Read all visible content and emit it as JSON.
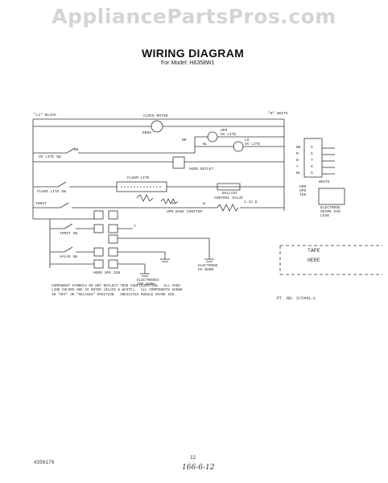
{
  "watermark": "AppliancePartsPros.com",
  "title": "WIRING DIAGRAM",
  "model_line": "For Model: H6358W1",
  "labels": {
    "l1": "\"L1\" BLACK",
    "n": "\"N\" WHITE",
    "clock_motor": "CLOCK  MOTOR",
    "clock_code": "KB08",
    "upr_ov_lite": "UPR\nOV LITE",
    "lo_ov_lite": "LO\nOV LITE",
    "ov_lite_sw": "OV LITE SW",
    "hood_outlet": "HOOD OUTLET",
    "fluor_lite": "FLUOR LITE",
    "fluor_lite_sw": "FLUOR LITE SW",
    "ballast": "BALLAST",
    "control_valve": "CONTROL VALVE",
    "resist": "1.22 Ω",
    "thmst": "THMST",
    "upr_bake_igniter": "UPR BAKE IGNITER",
    "thmst_sw": "THMST SW",
    "valve_sw": "VALVE SW",
    "hood_spk_ign": "HOOD SPK IGN",
    "electrode_ov_burn": "ELECTRODE\nOV BURN",
    "electrodes_top_burn": "ELECTRODES\nTOP BURN",
    "electrode_spark_ign": "ELECTRODE\nSPARK IGN\nLEAD",
    "hood_spk_ign_side": "HOO\nSPK\nIGN",
    "white": "WHITE",
    "wire_br": "BR",
    "wire_bk": "BK",
    "wire_bl": "BL",
    "wire_r": "R",
    "wire_w": "W",
    "wire_y": "Y",
    "conn_pins": [
      "5",
      "6",
      "7",
      "8",
      "9"
    ],
    "conn_wires": [
      "BK",
      "R",
      "W",
      "Y",
      "BL"
    ]
  },
  "note": "COMPONENT SYMBOLS DO NOT REFLECT TRUE CONFIGURATION.  ALL FEED\nLINE COLORS ARE AS NOTED (BLACK & WHITE).  ALL COMPONENTS SHOWN\nIN \"OFF\" OR \"RELAXED\" POSITION.  INDICATES MODULE SPARK IGN.",
  "tape_here": [
    "TAPE",
    "HERE"
  ],
  "part_number": "PT. NO. 3/2441-1",
  "footer": {
    "doc_number": "4356179",
    "page": "12",
    "handwritten": "166-6-12"
  }
}
